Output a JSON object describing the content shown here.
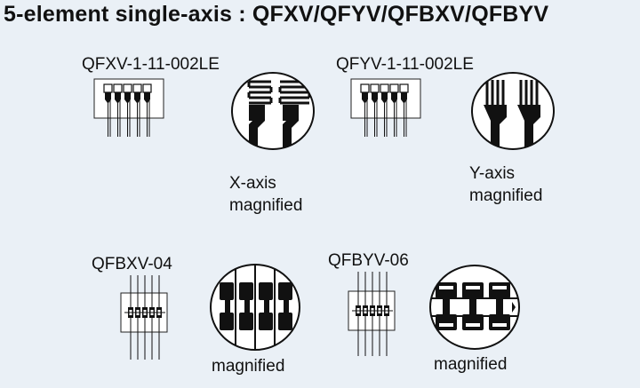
{
  "title": "5-element single-axis : QFXV/QFYV/QFBXV/QFBYV",
  "products": [
    {
      "model": "QFXV-1-11-002LE",
      "caption_line1": "X-axis",
      "caption_line2": "magnified"
    },
    {
      "model": "QFYV-1-11-002LE",
      "caption_line1": "Y-axis",
      "caption_line2": "magnified"
    },
    {
      "model": "QFBXV-04",
      "caption_line1": "magnified"
    },
    {
      "model": "QFBYV-06",
      "caption_line1": "magnified"
    }
  ]
}
